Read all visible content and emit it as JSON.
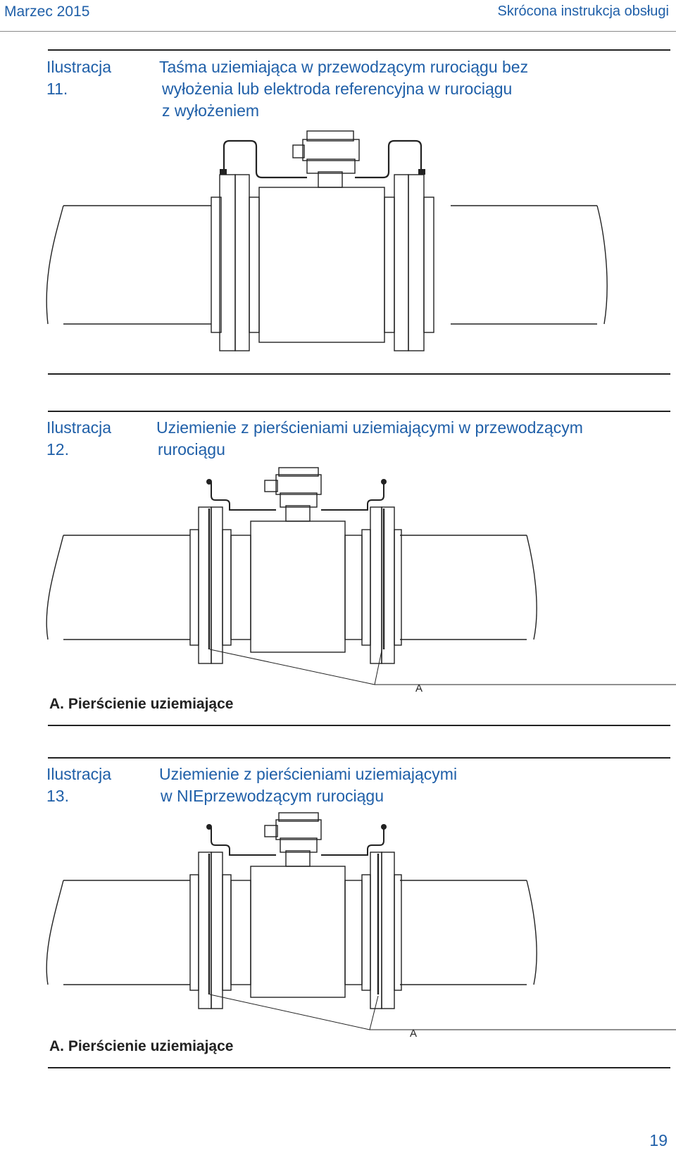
{
  "header": {
    "date": "Marzec 2015",
    "doc_title": "Skrócona instrukcja obsługi"
  },
  "figures": [
    {
      "number": "Ilustracja 11.",
      "title_lines": [
        "Taśma uziemiająca w przewodzącym rurociągu bez",
        "wyłożenia lub elektroda referencyjna w rurociągu",
        "z wyłożeniem"
      ]
    },
    {
      "number": "Ilustracja 12.",
      "title_lines": [
        "Uziemienie z pierścieniami uziemiającymi w przewodzącym",
        "rurociągu"
      ],
      "callout": "A",
      "legend": "A. Pierścienie uziemiające"
    },
    {
      "number": "Ilustracja 13.",
      "title_lines": [
        "Uziemienie z pierścieniami uziemiającymi",
        "w NIEprzewodzącym rurociągu"
      ],
      "callout": "A",
      "legend": "A. Pierścienie uziemiające"
    }
  ],
  "footer": {
    "page_number": "19"
  }
}
